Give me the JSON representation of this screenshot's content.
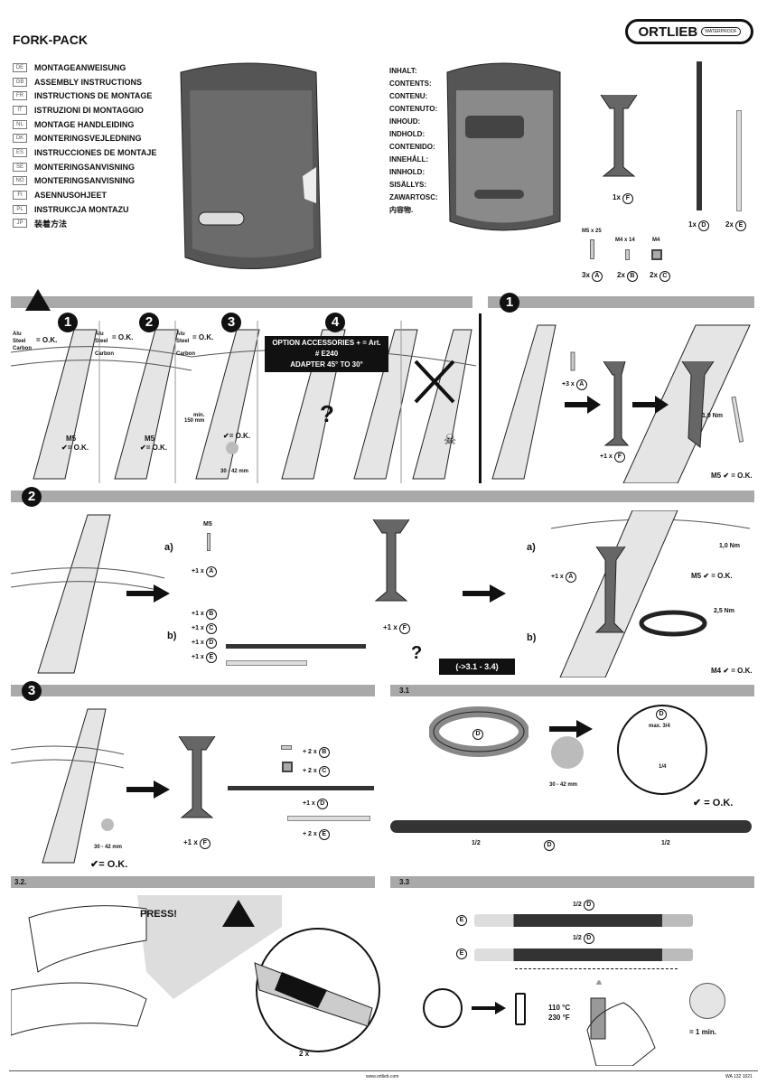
{
  "title": "FORK-PACK",
  "brand": {
    "name": "ORTLIEB",
    "tag": "WATERPROOF"
  },
  "languages": [
    {
      "code": "DE",
      "label": "MONTAGEANWEISUNG"
    },
    {
      "code": "GB",
      "label": "ASSEMBLY INSTRUCTIONS"
    },
    {
      "code": "FR",
      "label": "INSTRUCTIONS DE MONTAGE"
    },
    {
      "code": "IT",
      "label": "ISTRUZIONI DI MONTAGGIO"
    },
    {
      "code": "NL",
      "label": "MONTAGE HANDLEIDING"
    },
    {
      "code": "DK",
      "label": "MONTERINGSVEJLEDNING"
    },
    {
      "code": "ES",
      "label": "INSTRUCCIONES DE MONTAJE"
    },
    {
      "code": "SE",
      "label": "MONTERINGSANVISNING"
    },
    {
      "code": "NO",
      "label": "MONTERINGSANVISNING"
    },
    {
      "code": "FI",
      "label": "ASENNUSOHJEET"
    },
    {
      "code": "PL",
      "label": "INSTRUKCJA MONTAZU"
    },
    {
      "code": "JP",
      "label": "装着方法"
    }
  ],
  "contents_labels": [
    "INHALT:",
    "CONTENTS:",
    "CONTENU:",
    "CONTENUTO:",
    "INHOUD:",
    "INDHOLD:",
    "CONTENIDO:",
    "INNEHÅLL:",
    "INNHOLD:",
    "SISÄLLYS:",
    "ZAWARTOSC:",
    "内容物."
  ],
  "parts": {
    "F": {
      "qty": "1x",
      "letter": "F"
    },
    "D": {
      "qty": "1x",
      "letter": "D"
    },
    "E": {
      "qty": "2x",
      "letter": "E"
    },
    "A": {
      "qty": "3x",
      "letter": "A",
      "spec": "M5 x 25"
    },
    "B": {
      "qty": "2x",
      "letter": "B",
      "spec": "M4 x 14"
    },
    "C": {
      "qty": "2x",
      "letter": "C",
      "spec": "M4"
    }
  },
  "warning": {
    "alu": "Alu",
    "steel": "Steel",
    "carbon": "Carbon",
    "ok": "= O.K.",
    "check_ok": "✔= O.K.",
    "m5": "M5",
    "min": "min.",
    "min_val": "150 mm",
    "diam": "30 - 42 mm",
    "option": "OPTION ACCESSORIES + = Art. # E240",
    "adapter": "ADAPTER 45° TO 30°",
    "question": "?"
  },
  "steps": [
    "1",
    "2",
    "3",
    "4"
  ],
  "step1": {
    "bolts": "+3 x",
    "bolts_letter": "A",
    "holder": "+1 x",
    "holder_letter": "F",
    "torque": "1,0 Nm",
    "result": "M5 ✔ = O.K."
  },
  "step2": {
    "a": "a)",
    "b": "b)",
    "m5": "M5",
    "a_qty": "+1 x",
    "a_letter": "A",
    "b_items": [
      {
        "qty": "+1 x",
        "letter": "B"
      },
      {
        "qty": "+1 x",
        "letter": "C"
      },
      {
        "qty": "+1 x",
        "letter": "D"
      },
      {
        "qty": "+1 x",
        "letter": "E"
      }
    ],
    "holder": "+1 x",
    "holder_letter": "F",
    "ref": "(->3.1 - 3.4)",
    "torque_a": "1,0 Nm",
    "result_a": "M5 ✔ = O.K.",
    "torque_b": "2,5 Nm",
    "result_b": "M4 ✔ = O.K."
  },
  "step3": {
    "diam": "30 - 42 mm",
    "ok": "✔= O.K.",
    "holder": "+1 x",
    "holder_letter": "F",
    "items": [
      {
        "qty": "+ 2 x",
        "letter": "B"
      },
      {
        "qty": "+ 2 x",
        "letter": "C"
      },
      {
        "qty": "+1 x",
        "letter": "D"
      },
      {
        "qty": "+ 2 x",
        "letter": "E"
      }
    ]
  },
  "s31": {
    "title": "3.1",
    "letter": "D",
    "max": "max. 3/4",
    "quarter": "1/4",
    "diam": "30 - 42 mm",
    "ok": "✔ = O.K.",
    "half": "1/2"
  },
  "s32": {
    "title": "3.2.",
    "press": "PRESS!",
    "times": "2 x"
  },
  "s33": {
    "title": "3.3",
    "half": "1/2",
    "letter_d": "D",
    "letter_e": "E",
    "temp_c": "110 °C",
    "temp_f": "230 °F",
    "time": "= 1 min."
  },
  "footer": {
    "url": "www.ortlieb.com",
    "code": "WA 132 1021"
  }
}
